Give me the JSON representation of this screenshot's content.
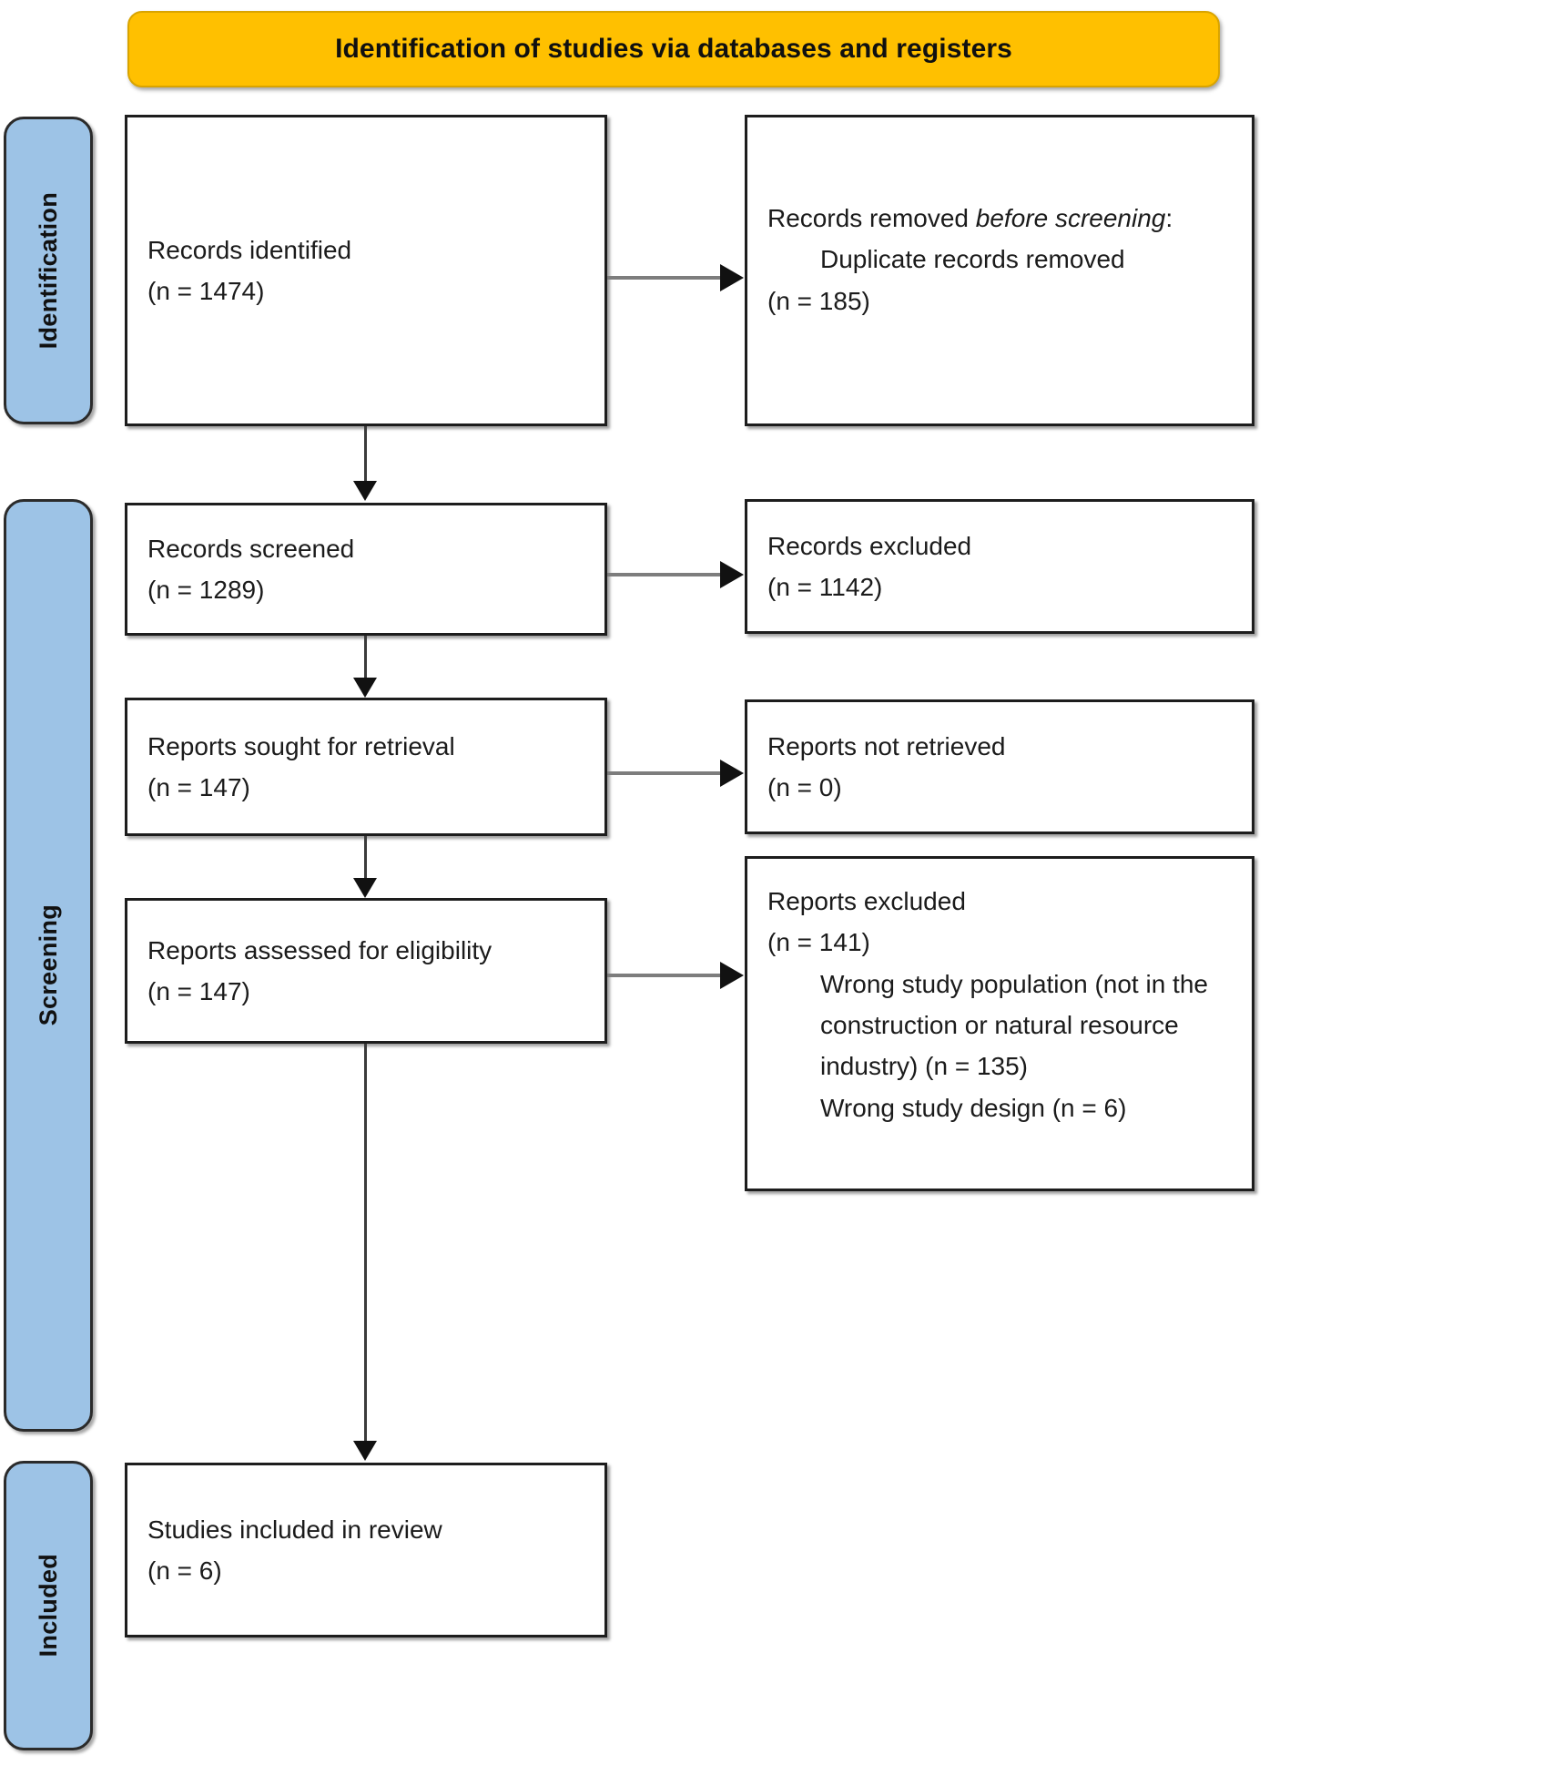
{
  "banner": {
    "title": "Identification of studies via databases and registers",
    "color": "#FFC000"
  },
  "stages": [
    {
      "key": "identification",
      "label": "Identification",
      "color": "#9DC3E6"
    },
    {
      "key": "screening",
      "label": "Screening",
      "color": "#9DC3E6"
    },
    {
      "key": "included",
      "label": "Included",
      "color": "#9DC3E6"
    }
  ],
  "boxes": {
    "identified": {
      "line1": "Records identified",
      "line2": "(n = 1474)"
    },
    "removed": {
      "line1_a": "Records removed ",
      "line1_b": "before screening",
      "line1_c": ":",
      "line2": "Duplicate records removed",
      "line3": "(n = 185)"
    },
    "screened": {
      "line1": "Records screened",
      "line2": "(n = 1289)"
    },
    "records_excluded": {
      "line1": "Records excluded",
      "line2": "(n = 1142)"
    },
    "sought": {
      "line1": "Reports sought for retrieval",
      "line2": "(n = 147)"
    },
    "not_retrieved": {
      "line1": "Reports not retrieved",
      "line2": "(n = 0)"
    },
    "assessed": {
      "line1": "Reports assessed for eligibility",
      "line2": "(n = 147)"
    },
    "reports_excluded": {
      "line1": "Reports excluded",
      "line2": "(n = 141)",
      "reason1_line1": "Wrong study population (not in the",
      "reason1_line2": "construction or natural resource",
      "reason1_line3": "industry) (n = 135)",
      "reason2": "Wrong study design (n = 6)"
    },
    "included": {
      "line1": "Studies included in review",
      "line2": "(n = 6)"
    }
  },
  "flow_data": {
    "type": "prisma-flow",
    "identified": 1474,
    "duplicates_removed": 185,
    "screened": 1289,
    "records_excluded": 1142,
    "reports_sought": 147,
    "reports_not_retrieved": 0,
    "reports_assessed": 147,
    "reports_excluded": 141,
    "excluded_wrong_population": 135,
    "excluded_wrong_design": 6,
    "studies_included": 6
  }
}
